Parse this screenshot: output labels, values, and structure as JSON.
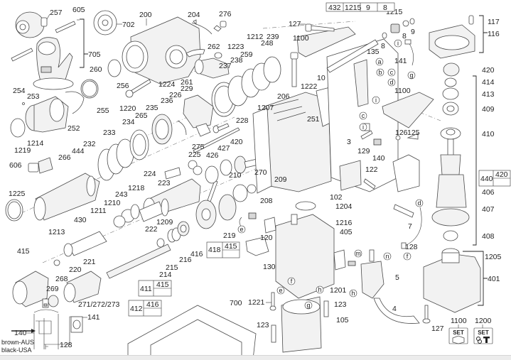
{
  "diagram": {
    "title": "Rotary hammer exploded parts view",
    "parts": {
      "p257": "257",
      "p605": "605",
      "p702": "702",
      "p200": "200",
      "p204": "204",
      "p276": "276",
      "p705": "705",
      "p260": "260",
      "p256": "256",
      "p262": "262",
      "p1223": "1223",
      "p1212": "1212",
      "p239": "239",
      "p248": "248",
      "p259": "259",
      "p238": "238",
      "p237": "237",
      "p261": "261",
      "p1224": "1224",
      "p229": "229",
      "p226": "226",
      "p236": "236",
      "p1220": "1220",
      "p235": "235",
      "p265": "265",
      "p234": "234",
      "p254": "254",
      "p253": "253",
      "p255": "255",
      "p252": "252",
      "p1219": "1219",
      "p1214": "1214",
      "p233": "233",
      "p232": "232",
      "p444": "444",
      "p266": "266",
      "p606": "606",
      "p1225": "1225",
      "p224": "224",
      "p223": "223",
      "p1218": "1218",
      "p243": "243",
      "p1210": "1210",
      "p1211": "1211",
      "p430": "430",
      "p1209": "1209",
      "p222": "222",
      "p1213": "1213",
      "p415": "415",
      "p221": "221",
      "p220": "220",
      "p268": "268",
      "p269": "269",
      "p271": "271/272/273",
      "p214": "214",
      "p215": "215",
      "p216": "216",
      "p416": "416",
      "p219": "219",
      "p228": "228",
      "p275": "275",
      "p225": "225",
      "p426": "426",
      "p427": "427",
      "p420": "420",
      "p210": "210",
      "p270": "270",
      "p209": "209",
      "p208": "208",
      "p1207": "1207",
      "p206": "206",
      "p1222": "1222",
      "p251": "251",
      "p127": "127",
      "p1100": "1100",
      "p135": "135",
      "p10": "10",
      "p3": "3",
      "p1215": "1215",
      "p8a": "8",
      "p8b": "8",
      "p9": "9",
      "p141": "141",
      "p117": "117",
      "p116": "116",
      "p420r": "420",
      "p414": "414",
      "p413": "413",
      "p409": "409",
      "p410": "410",
      "p406": "406",
      "p407": "407",
      "p408": "408",
      "p126": "126",
      "p125": "125",
      "p129": "129",
      "p140": "140",
      "p122": "122",
      "p102": "102",
      "p1204": "1204",
      "p7": "7",
      "p128": "128",
      "p1216": "1216",
      "p405": "405",
      "p120": "120",
      "p130": "130",
      "p1201": "1201",
      "p5": "5",
      "p4": "4",
      "p1205": "1205",
      "p401": "401",
      "p127b": "127",
      "p1221": "1221",
      "p123a": "123",
      "p123b": "123",
      "p105": "105",
      "p700": "700",
      "p1100b": "1100",
      "p1100set": "1100",
      "p1200set": "1200"
    },
    "boxes": {
      "top_group": [
        "432",
        "1215",
        "9",
        "8"
      ],
      "b440": [
        "440",
        "420"
      ],
      "b418": [
        "418",
        "415"
      ],
      "b411": [
        "411",
        "415"
      ],
      "b412": [
        "412",
        "416"
      ]
    },
    "connectors": {
      "a": "a",
      "b": "b",
      "c": "c",
      "d": "d",
      "g": "g",
      "i": "i",
      "e": "e",
      "f": "f",
      "h": "h",
      "m": "m",
      "n": "n"
    },
    "wiring": {
      "label_140": "140",
      "label_141": "141",
      "label_128": "128",
      "note_line1": "brown-AUS",
      "note_line2": "black-USA"
    },
    "set_icons": {
      "set_text": "SET"
    }
  }
}
